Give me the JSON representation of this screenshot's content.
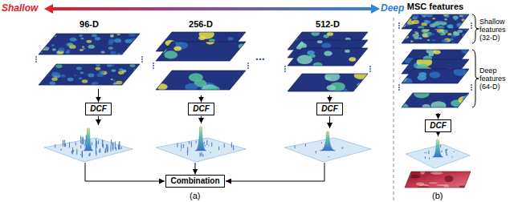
{
  "diagram": {
    "nodes": [
      {
        "text": [
          "96-D"
        ]
      },
      {
        "text": [
          "256-D"
        ]
      },
      {
        "text": [
          "512-D"
        ]
      },
      {
        "text": [
          "DCF"
        ]
      },
      {
        "text": [
          "DCF"
        ]
      },
      {
        "text": [
          "DCF"
        ]
      },
      {
        "text": [
          "Combination"
        ]
      },
      {
        "text": [
          "MSC features"
        ]
      },
      {
        "text": [
          "DCF"
        ]
      }
    ],
    "edges": [
      {
        "from": 0,
        "to": 3,
        "arrow": "to"
      },
      {
        "from": 1,
        "to": 4,
        "arrow": "to"
      },
      {
        "from": 2,
        "to": 5,
        "arrow": "to"
      },
      {
        "from": 7,
        "to": 8,
        "arrow": "to"
      }
    ],
    "labels": [
      "Shallow",
      "Deep",
      "...",
      "(a)",
      "Shallow features (32-D)",
      "Deep features (64-D)",
      "(b)"
    ]
  }
}
